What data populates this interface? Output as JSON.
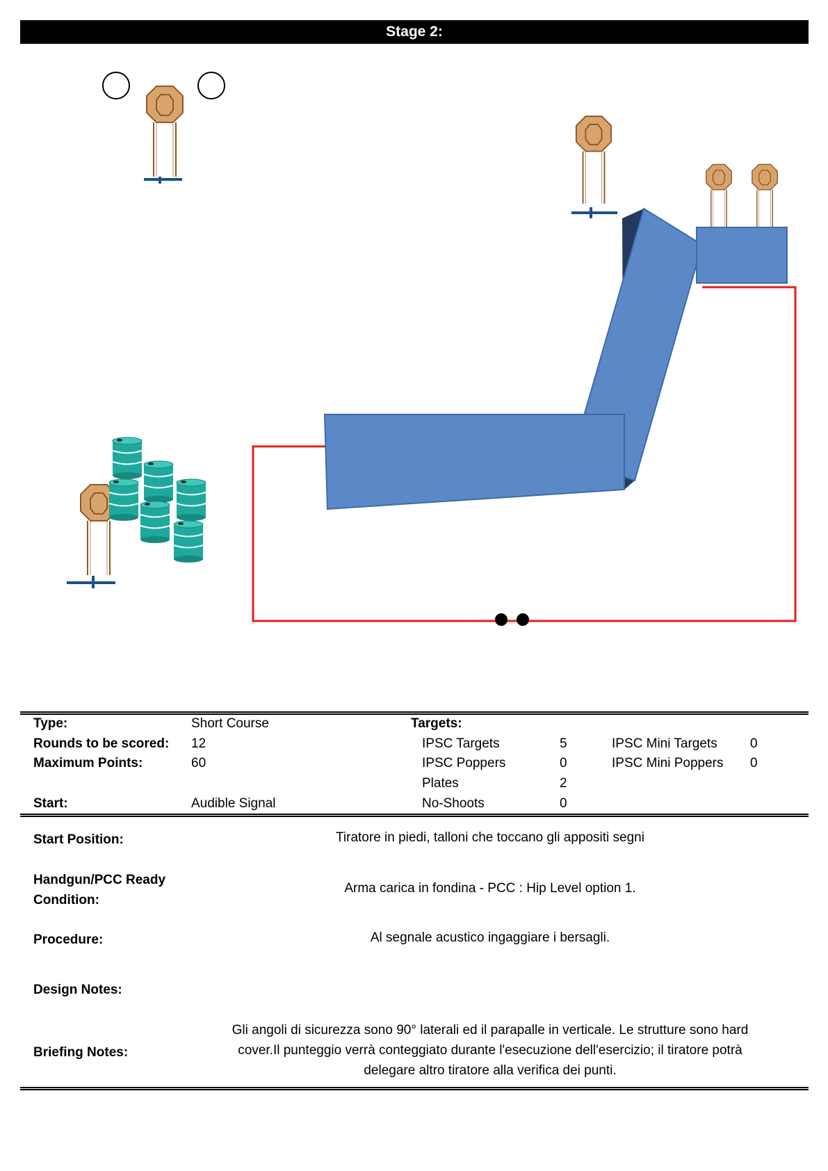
{
  "header": {
    "title": "Stage 2:"
  },
  "colors": {
    "wall": "#5b89c8",
    "fault_line": "#e32119",
    "barrel": "#1fa99c",
    "target": "#d9a46c",
    "stand": "#1e4f8f"
  },
  "info": {
    "type_label": "Type:",
    "type_value": "Short Course",
    "rounds_label": "Rounds to be scored:",
    "rounds_value": "12",
    "points_label": "Maximum Points:",
    "points_value": "60",
    "start_label": "Start:",
    "start_value": "Audible Signal",
    "targets_label": "Targets:",
    "targets": [
      {
        "label": "IPSC Targets",
        "value": "5"
      },
      {
        "label": "IPSC Poppers",
        "value": "0"
      },
      {
        "label": "Plates",
        "value": "2"
      },
      {
        "label": "No-Shoots",
        "value": "0"
      }
    ],
    "mini_targets": [
      {
        "label": "IPSC Mini Targets",
        "value": "0"
      },
      {
        "label": "IPSC Mini Poppers",
        "value": "0"
      }
    ]
  },
  "details": {
    "start_position_label": "Start Position:",
    "start_position_value": "Tiratore in piedi, talloni che toccano gli appositi segni",
    "ready_label_line1": "Handgun/PCC Ready",
    "ready_label_line2": "Condition:",
    "ready_value": "Arma carica in fondina - PCC : Hip Level option 1.",
    "procedure_label": "Procedure:",
    "procedure_value": "Al segnale acustico ingaggiare i bersagli.",
    "design_notes_label": "Design Notes:",
    "briefing_label": "Briefing Notes:",
    "briefing_line1": "Gli angoli di sicurezza sono 90° laterali ed il parapalle in verticale. Le strutture sono hard",
    "briefing_line2": "cover.Il punteggio verrà conteggiato durante l'esecuzione dell'esercizio; il tiratore potrà",
    "briefing_line3": "delegare altro tiratore alla verifica  dei punti."
  }
}
